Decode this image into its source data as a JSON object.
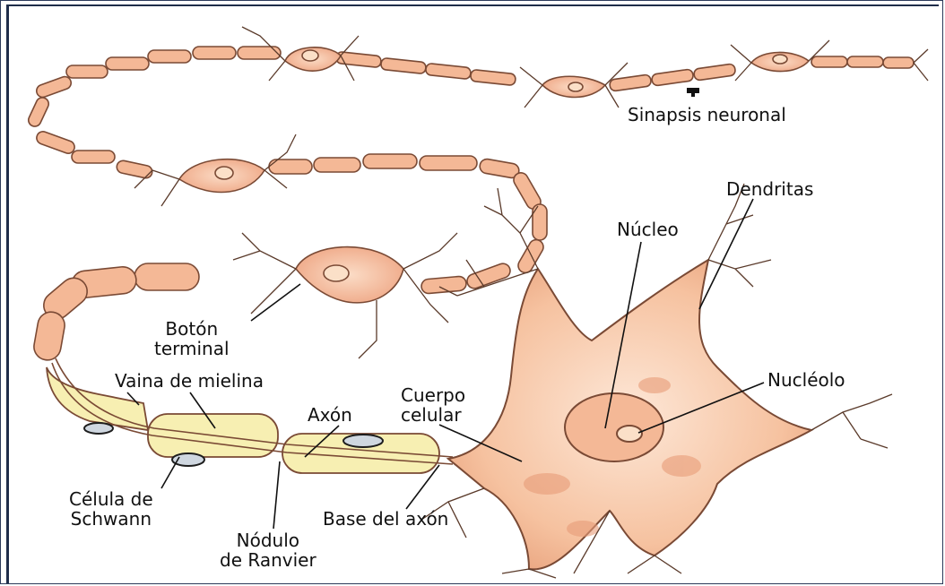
{
  "labels": {
    "sinapsis": "Sinapsis neuronal",
    "dendritas": "Dendritas",
    "nucleo": "Núcleo",
    "boton": "Botón\nterminal",
    "vaina": "Vaina de mielina",
    "cuerpo": "Cuerpo\ncelular",
    "nucleolo": "Nucléolo",
    "axon": "Axón",
    "celula": "Célula de\nSchwann",
    "base": "Base del axón",
    "nodulo": "Nódulo\nde Ranvier"
  },
  "colors": {
    "cell": "#f6c8a6",
    "cell_dark": "#e7a07a",
    "myelin": "#f7efb2",
    "outline": "#6b3b2a",
    "frame": "#1f2d4a"
  }
}
